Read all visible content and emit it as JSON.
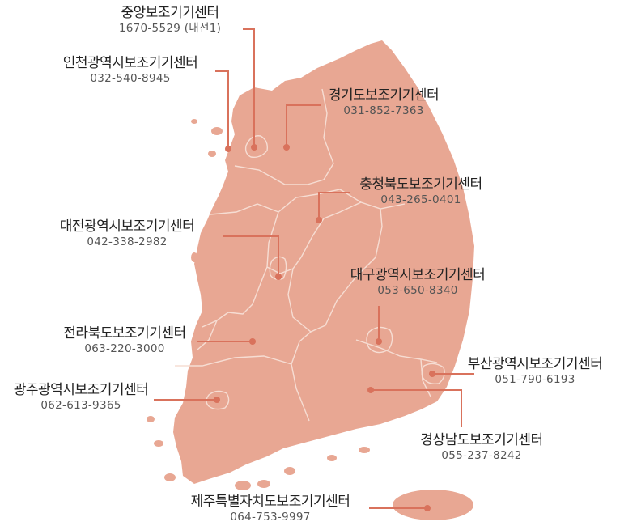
{
  "map": {
    "land_color": "#E8A793",
    "border_color": "#F6DDD3",
    "leader_color": "#D9725C",
    "centers": [
      {
        "id": "central",
        "name": "중앙보조기기센터",
        "phone": "1670-5529 (내선1)"
      },
      {
        "id": "incheon",
        "name": "인천광역시보조기기센터",
        "phone": "032-540-8945"
      },
      {
        "id": "gyeonggi",
        "name": "경기도보조기기센터",
        "phone": "031-852-7363"
      },
      {
        "id": "chungbuk",
        "name": "충청북도보조기기센터",
        "phone": "043-265-0401"
      },
      {
        "id": "daejeon",
        "name": "대전광역시보조기기센터",
        "phone": "042-338-2982"
      },
      {
        "id": "daegu",
        "name": "대구광역시보조기기센터",
        "phone": "053-650-8340"
      },
      {
        "id": "jeonbuk",
        "name": "전라북도보조기기센터",
        "phone": "063-220-3000"
      },
      {
        "id": "busan",
        "name": "부산광역시보조기기센터",
        "phone": "051-790-6193"
      },
      {
        "id": "gwangju",
        "name": "광주광역시보조기기센터",
        "phone": "062-613-9365"
      },
      {
        "id": "gyeongnam",
        "name": "경상남도보조기기센터",
        "phone": "055-237-8242"
      },
      {
        "id": "jeju",
        "name": "제주특별자치도보조기기센터",
        "phone": "064-753-9997"
      }
    ]
  }
}
